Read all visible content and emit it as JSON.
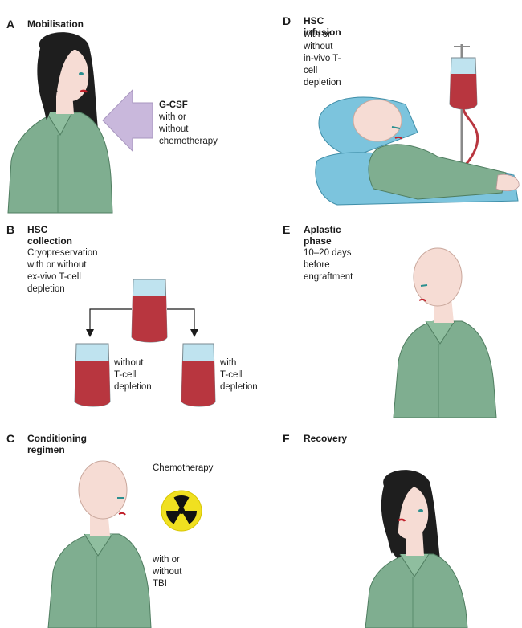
{
  "panels": {
    "A": {
      "letter": "A",
      "title": "Mobilisation",
      "arrow_text": [
        "G-CSF",
        "with or without",
        "chemotherapy"
      ]
    },
    "B": {
      "letter": "B",
      "title": "HSC collection",
      "subtitle": [
        "Cryopreservation with or without",
        "ex-vivo T-cell depletion"
      ],
      "left_bag_text": [
        "without",
        "T-cell",
        "depletion"
      ],
      "right_bag_text": [
        "with",
        "T-cell",
        "depletion"
      ]
    },
    "C": {
      "letter": "C",
      "title": "Conditioning regimen",
      "top_text": "Chemotherapy",
      "bottom_text": [
        "with or without",
        "TBI"
      ]
    },
    "D": {
      "letter": "D",
      "title": "HSC infusion",
      "subtitle": [
        "with or without",
        "in-vivo T-cell depletion"
      ]
    },
    "E": {
      "letter": "E",
      "title": "Aplastic phase",
      "text": [
        "10–20 days",
        "before",
        "engraftment"
      ]
    },
    "F": {
      "letter": "F",
      "title": "Recovery"
    }
  },
  "colors": {
    "gown": "#7fae90",
    "gown_dark": "#5a8c6c",
    "skin": "#f6dcd4",
    "hair": "#1e1e1e",
    "blood": "#b8363f",
    "bag_top": "#bfe3ef",
    "arrow": "#c9b8dc",
    "blanket": "#7cc4dd",
    "radiation_yellow": "#f0e020"
  }
}
